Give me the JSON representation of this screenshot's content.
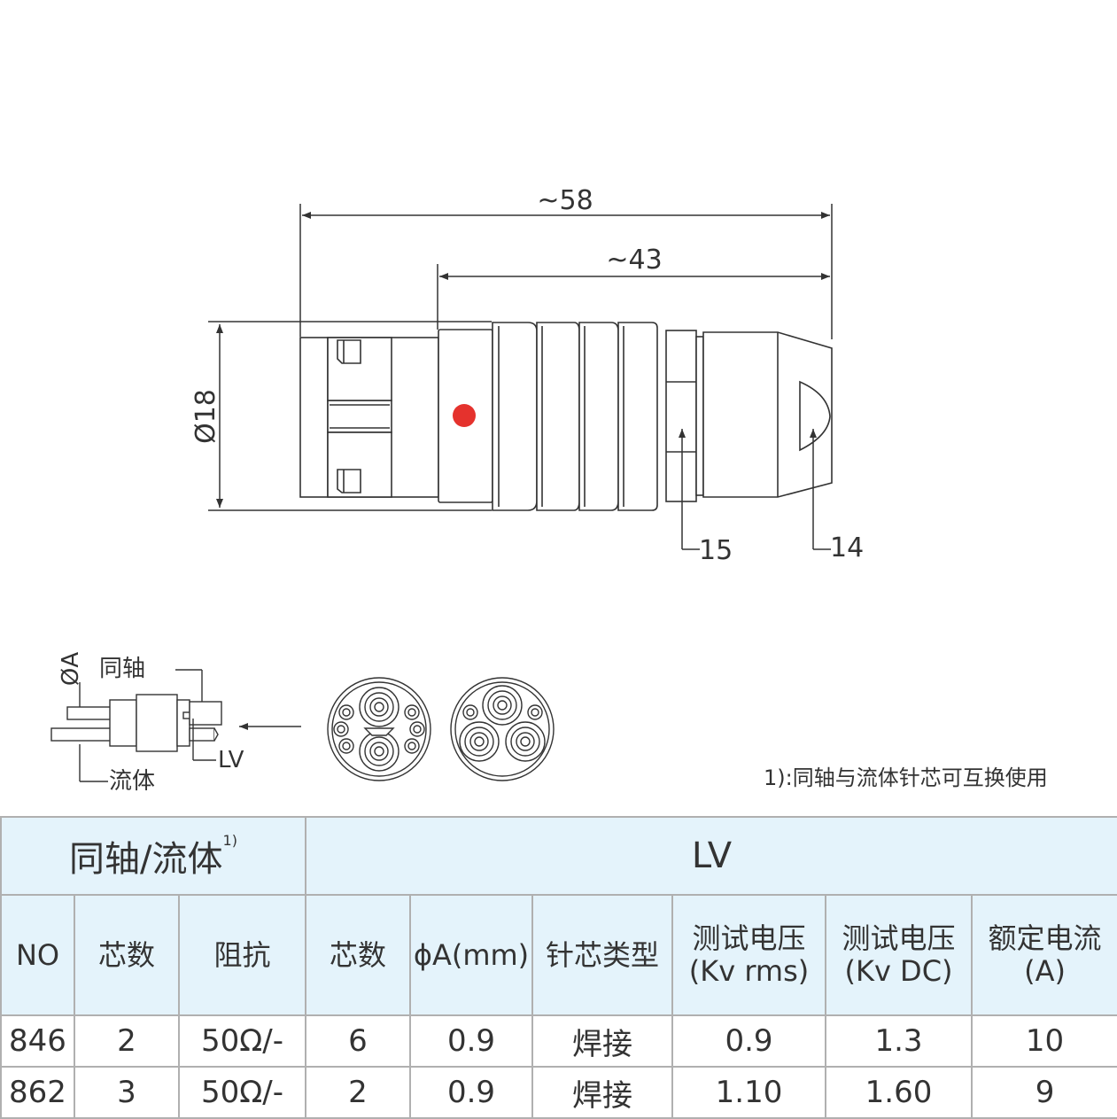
{
  "drawing": {
    "dim_overall": "~58",
    "dim_body": "~43",
    "dim_diameter": "Ø18",
    "callout_15": "15",
    "callout_14": "14",
    "indicator_dot_color": "#e5322d"
  },
  "detail": {
    "label_diameter_a": "ØA",
    "label_coax": "同轴",
    "label_fluid": "流体",
    "label_lv": "LV"
  },
  "footnote": "1):同轴与流体针芯可互换使用",
  "table": {
    "group_left": "同轴/流体",
    "group_left_sup": "1)",
    "group_right": "LV",
    "headers": {
      "no": "NO",
      "cores_left": "芯数",
      "impedance": "阻抗",
      "cores_right": "芯数",
      "diameter_a": "ϕA(mm)",
      "pin_type": "针芯类型",
      "test_rms_l1": "测试电压",
      "test_rms_l2": "(Kv rms)",
      "test_dc_l1": "测试电压",
      "test_dc_l2": "(Kv DC)",
      "rated_l1": "额定电流",
      "rated_l2": "(A)"
    },
    "rows": [
      {
        "no": "846",
        "cores_left": "2",
        "impedance": "50Ω/-",
        "cores_right": "6",
        "diameter_a": "0.9",
        "pin_type": "焊接",
        "test_rms": "0.9",
        "test_dc": "1.3",
        "rated": "10"
      },
      {
        "no": "862",
        "cores_left": "3",
        "impedance": "50Ω/-",
        "cores_right": "2",
        "diameter_a": "0.9",
        "pin_type": "焊接",
        "test_rms": "1.10",
        "test_dc": "1.60",
        "rated": "9"
      }
    ]
  }
}
